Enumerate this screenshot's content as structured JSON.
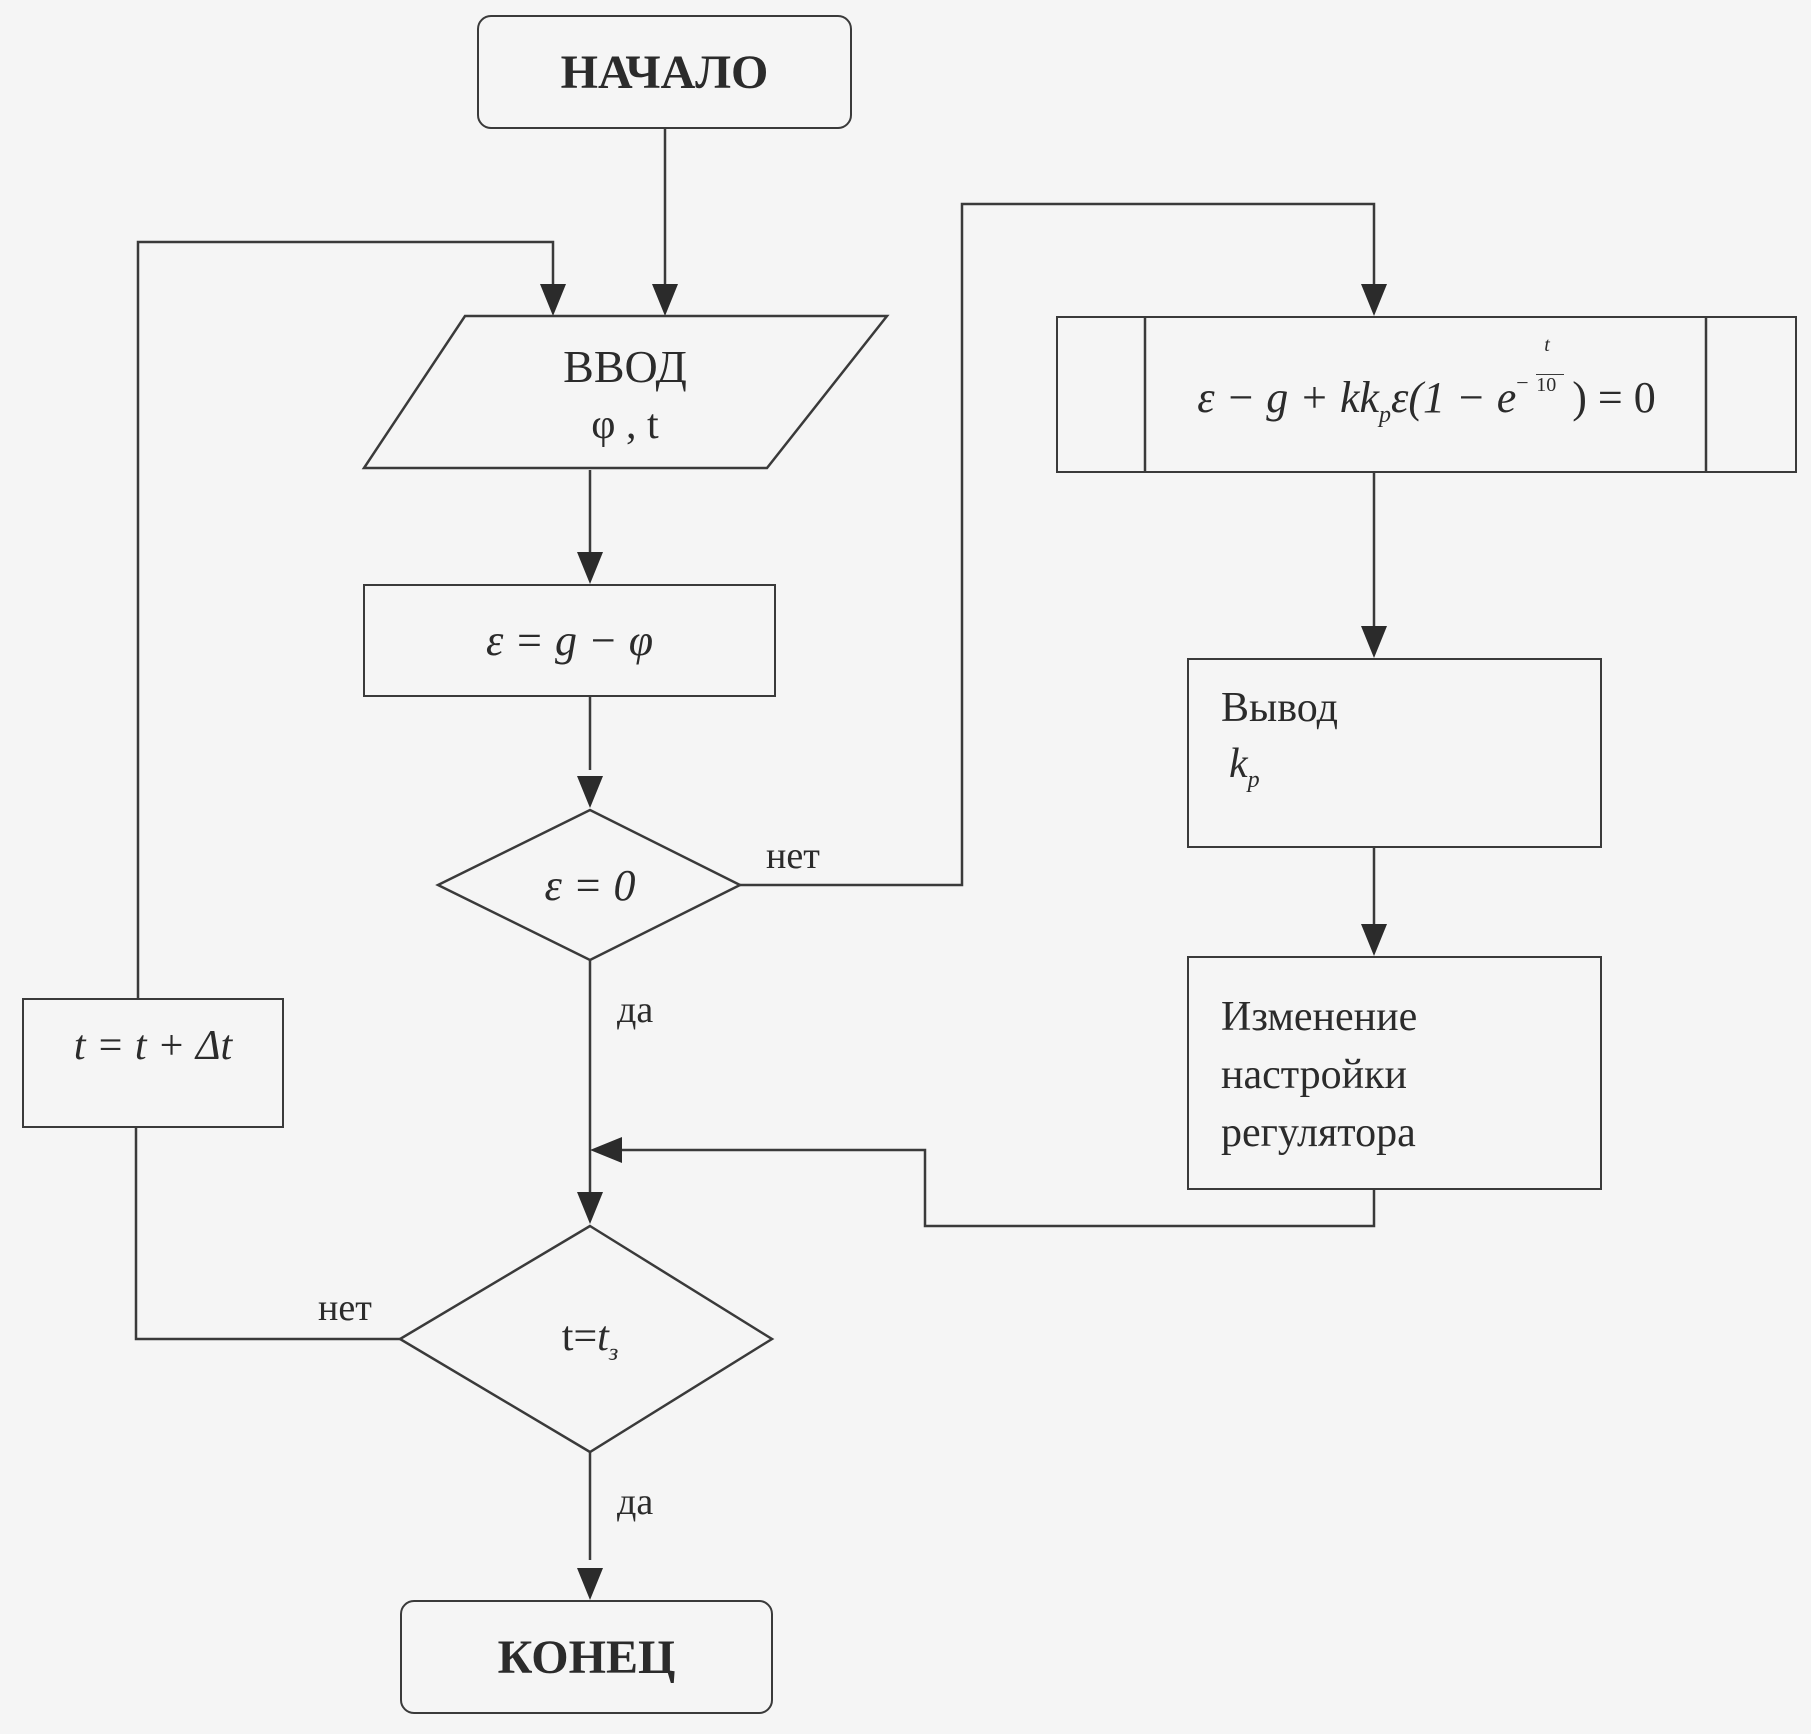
{
  "nodes": {
    "start": "НАЧАЛО",
    "input_title": "ВВОД",
    "input_vars": "φ , t",
    "compute_error": "ε = g − φ",
    "decision_error": "ε = 0",
    "increment_time": "t = t + Δt",
    "decision_time_prefix": "t=",
    "decision_time_var": "t",
    "decision_time_sub": "з",
    "subroutine_lhs": "ε − g + kk",
    "subroutine_sub": "p",
    "subroutine_mid": "ε(1 − e",
    "subroutine_exp_num": "t",
    "subroutine_exp_den": "10",
    "subroutine_rhs": ") = 0",
    "output_title": "Вывод",
    "output_var": "k",
    "output_sub": "p",
    "adjust_line1": "Изменение",
    "adjust_line2": "настройки",
    "adjust_line3": "регулятора",
    "end": "КОНЕЦ"
  },
  "edge_labels": {
    "error_no": "нет",
    "error_yes": "да",
    "time_no": "нет",
    "time_yes": "да"
  },
  "colors": {
    "line": "#3a3a3a",
    "background": "#f5f5f5"
  }
}
